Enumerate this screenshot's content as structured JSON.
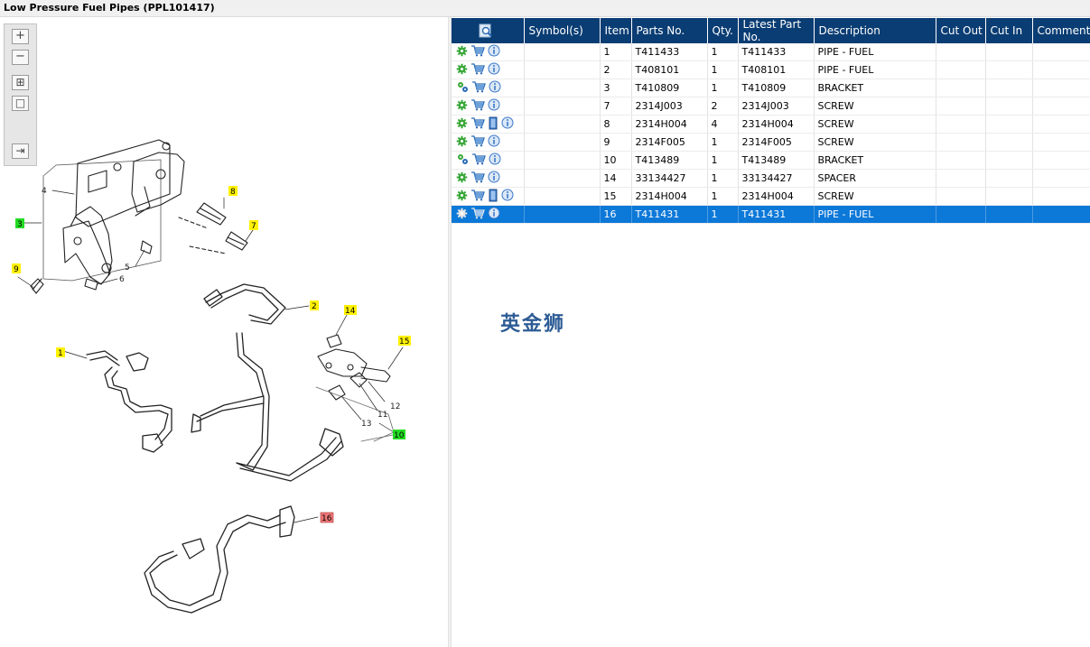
{
  "window": {
    "title": "Low Pressure Fuel Pipes (PPL101417)"
  },
  "toolbar": {
    "zoom_in": "+",
    "zoom_out": "−",
    "fit_all": "⊞",
    "actual_size": "□",
    "toggle_panel": "⇥"
  },
  "diagram": {
    "callouts": [
      {
        "label": "1",
        "color": "#fff200"
      },
      {
        "label": "2",
        "color": "#fff200"
      },
      {
        "label": "3",
        "color": "#22dd22"
      },
      {
        "label": "7",
        "color": "#fff200"
      },
      {
        "label": "8",
        "color": "#fff200"
      },
      {
        "label": "9",
        "color": "#fff200"
      },
      {
        "label": "10",
        "color": "#22dd22"
      },
      {
        "label": "14",
        "color": "#fff200"
      },
      {
        "label": "15",
        "color": "#fff200"
      },
      {
        "label": "16",
        "color": "#ee7777"
      }
    ],
    "plain_labels": [
      "4",
      "5",
      "6",
      "11",
      "12",
      "13"
    ]
  },
  "table": {
    "columns": [
      "",
      "Symbol(s)",
      "Item",
      "Parts No.",
      "Qty.",
      "Latest Part No.",
      "Description",
      "Cut Out",
      "Cut In",
      "Comment"
    ],
    "rows": [
      {
        "item": "1",
        "part_no": "T411433",
        "qty": "1",
        "latest": "T411433",
        "desc": "PIPE - FUEL",
        "cut_out": "",
        "cut_in": "",
        "comment": "",
        "icons": [
          "gear-icon",
          "cart-icon",
          "info-icon"
        ]
      },
      {
        "item": "2",
        "part_no": "T408101",
        "qty": "1",
        "latest": "T408101",
        "desc": "PIPE - FUEL",
        "cut_out": "",
        "cut_in": "",
        "comment": "",
        "icons": [
          "gear-icon",
          "cart-icon",
          "info-icon"
        ]
      },
      {
        "item": "3",
        "part_no": "T410809",
        "qty": "1",
        "latest": "T410809",
        "desc": "BRACKET",
        "cut_out": "",
        "cut_in": "",
        "comment": "",
        "icons": [
          "gears-icon",
          "cart-icon",
          "info-icon"
        ]
      },
      {
        "item": "7",
        "part_no": "2314J003",
        "qty": "2",
        "latest": "2314J003",
        "desc": "SCREW",
        "cut_out": "",
        "cut_in": "",
        "comment": "",
        "icons": [
          "gear-icon",
          "cart-icon",
          "info-icon"
        ]
      },
      {
        "item": "8",
        "part_no": "2314H004",
        "qty": "4",
        "latest": "2314H004",
        "desc": "SCREW",
        "cut_out": "",
        "cut_in": "",
        "comment": "",
        "icons": [
          "gear-icon",
          "cart-icon",
          "book-icon",
          "info-icon"
        ]
      },
      {
        "item": "9",
        "part_no": "2314F005",
        "qty": "1",
        "latest": "2314F005",
        "desc": "SCREW",
        "cut_out": "",
        "cut_in": "",
        "comment": "",
        "icons": [
          "gear-icon",
          "cart-icon",
          "info-icon"
        ]
      },
      {
        "item": "10",
        "part_no": "T413489",
        "qty": "1",
        "latest": "T413489",
        "desc": "BRACKET",
        "cut_out": "",
        "cut_in": "",
        "comment": "",
        "icons": [
          "gears-icon",
          "cart-icon",
          "info-icon"
        ]
      },
      {
        "item": "14",
        "part_no": "33134427",
        "qty": "1",
        "latest": "33134427",
        "desc": "SPACER",
        "cut_out": "",
        "cut_in": "",
        "comment": "",
        "icons": [
          "gear-icon",
          "cart-icon",
          "info-icon"
        ]
      },
      {
        "item": "15",
        "part_no": "2314H004",
        "qty": "1",
        "latest": "2314H004",
        "desc": "SCREW",
        "cut_out": "",
        "cut_in": "",
        "comment": "",
        "icons": [
          "gear-icon",
          "cart-icon",
          "book-icon",
          "info-icon"
        ]
      },
      {
        "item": "16",
        "part_no": "T411431",
        "qty": "1",
        "latest": "T411431",
        "desc": "PIPE - FUEL",
        "cut_out": "",
        "cut_in": "",
        "comment": "",
        "icons": [
          "gear-icon",
          "cart-icon",
          "info-icon"
        ],
        "selected": true
      }
    ]
  },
  "watermark": "英金狮",
  "colors": {
    "header_bg": "#0a3d73",
    "selected_row": "#0c78d8",
    "gear_green": "#3aa83a",
    "info_blue": "#3b78c8"
  }
}
